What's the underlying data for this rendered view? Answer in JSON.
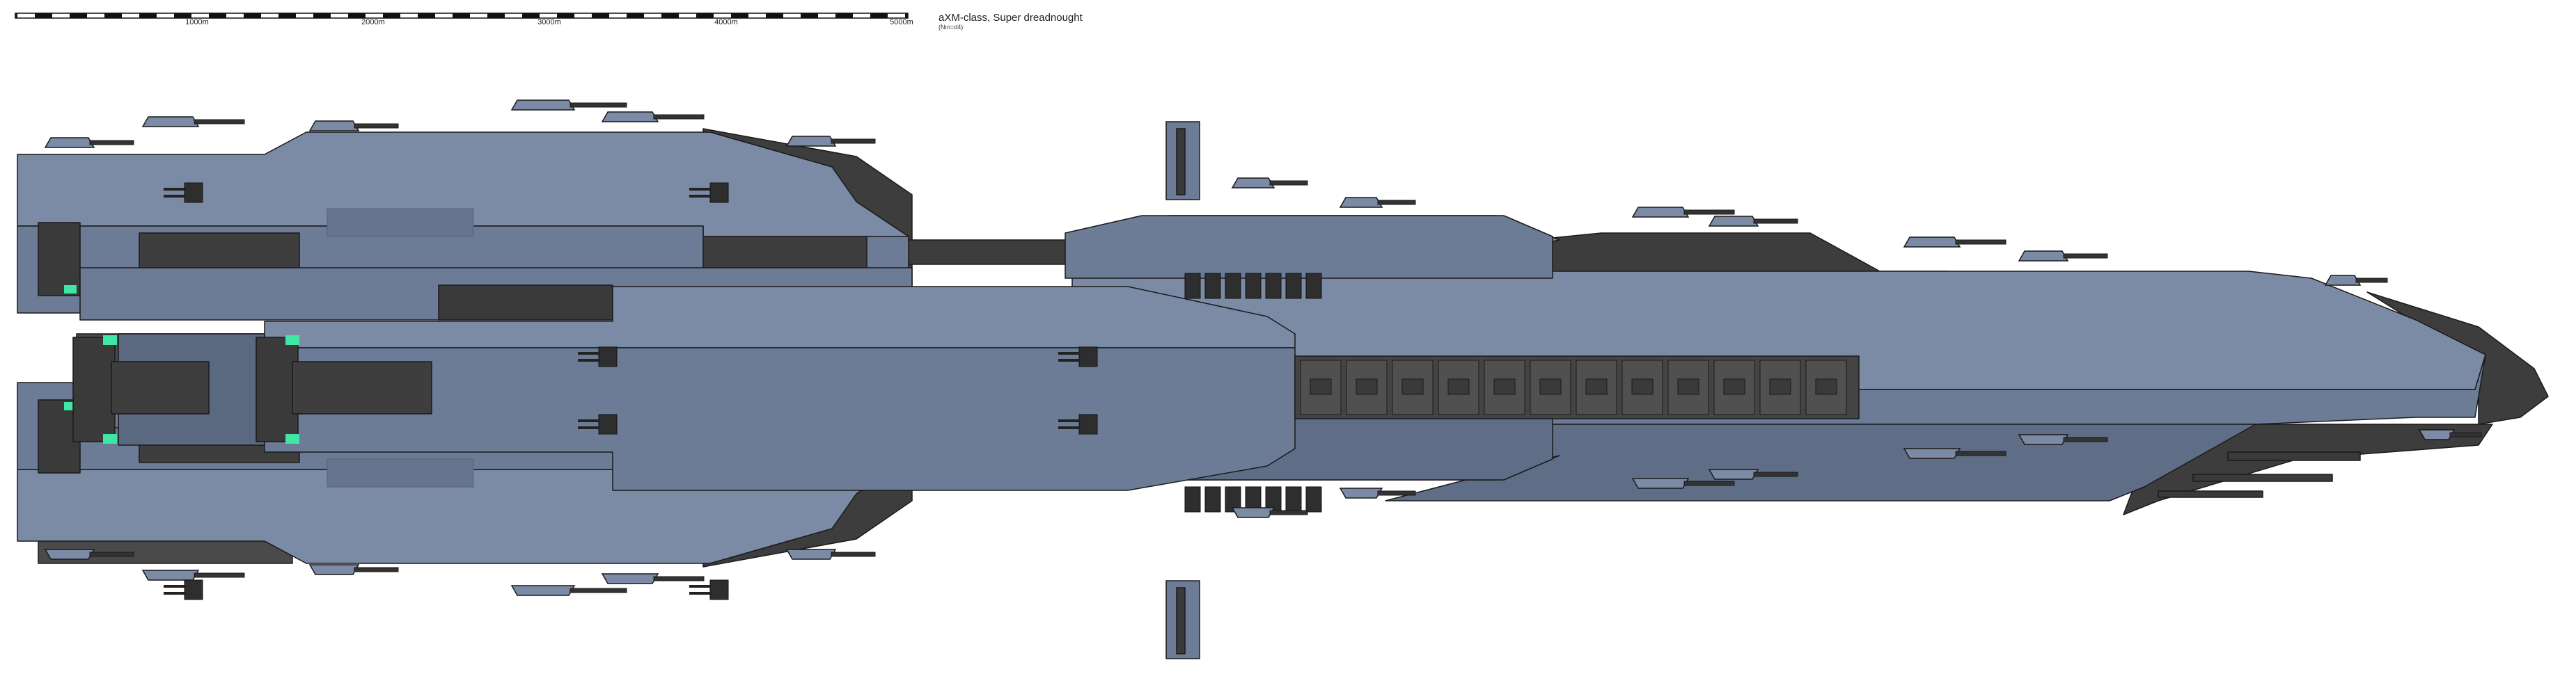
{
  "scale_bar": {
    "labels": [
      "1000m",
      "2000m",
      "3000m",
      "4000m",
      "5000m"
    ]
  },
  "title": {
    "name": "aXM-class, Super dreadnought",
    "subtitle": "(Nm=d4)"
  },
  "colors": {
    "hull_light": "#7c8ba5",
    "hull_mid": "#6d7c96",
    "hull_dark": "#5f6d86",
    "structure": "#4a4a4a",
    "structure_dark": "#383838",
    "outline": "#1a1a1a",
    "engine_glow": "#3fe6a6"
  }
}
